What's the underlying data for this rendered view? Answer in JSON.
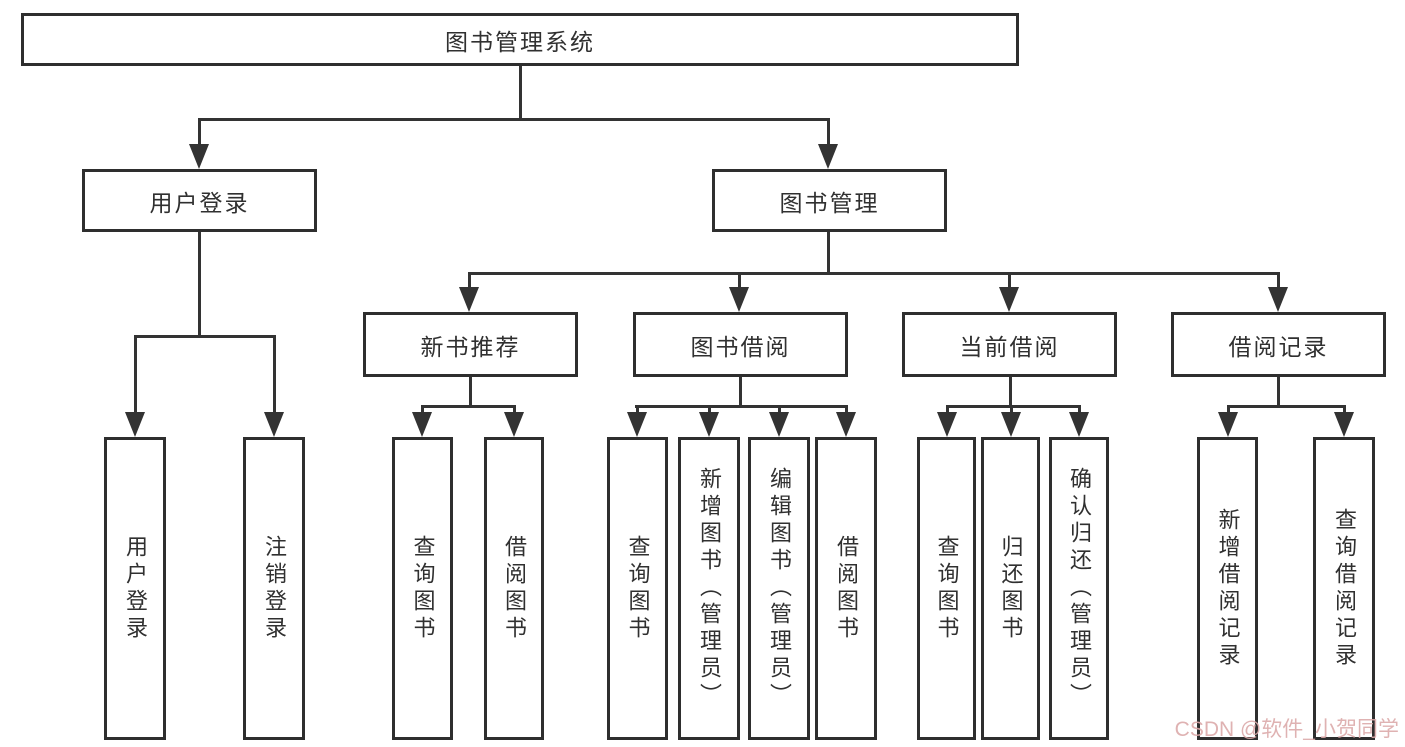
{
  "diagram_title": "图书管理系统",
  "nodes": {
    "root": {
      "label": "图书管理系统"
    },
    "user_login": {
      "label": "用户登录"
    },
    "book_mgmt": {
      "label": "图书管理"
    },
    "new_book_rec": {
      "label": "新书推荐"
    },
    "book_borrow": {
      "label": "图书借阅"
    },
    "current_borrow": {
      "label": "当前借阅"
    },
    "borrow_records": {
      "label": "借阅记录"
    },
    "leaf_user_login": {
      "label": "用户登录"
    },
    "leaf_logout": {
      "label": "注销登录"
    },
    "leaf_query_book_1": {
      "label": "查询图书"
    },
    "leaf_borrow_book_1": {
      "label": "借阅图书"
    },
    "leaf_query_book_2": {
      "label": "查询图书"
    },
    "leaf_add_book": {
      "label": "新增图书（管理员）"
    },
    "leaf_edit_book": {
      "label": "编辑图书（管理员）"
    },
    "leaf_borrow_book_2": {
      "label": "借阅图书"
    },
    "leaf_query_book_3": {
      "label": "查询图书"
    },
    "leaf_return_book": {
      "label": "归还图书"
    },
    "leaf_confirm_return": {
      "label": "确认归还（管理员）"
    },
    "leaf_add_record": {
      "label": "新增借阅记录"
    },
    "leaf_query_record": {
      "label": "查询借阅记录"
    }
  },
  "watermark": {
    "text": "CSDN @软件_小贺同学"
  },
  "colors": {
    "line": "#333333",
    "border": "#2e2e2e",
    "text": "#303030",
    "background": "#ffffff",
    "watermark": "#dcaaaa"
  }
}
